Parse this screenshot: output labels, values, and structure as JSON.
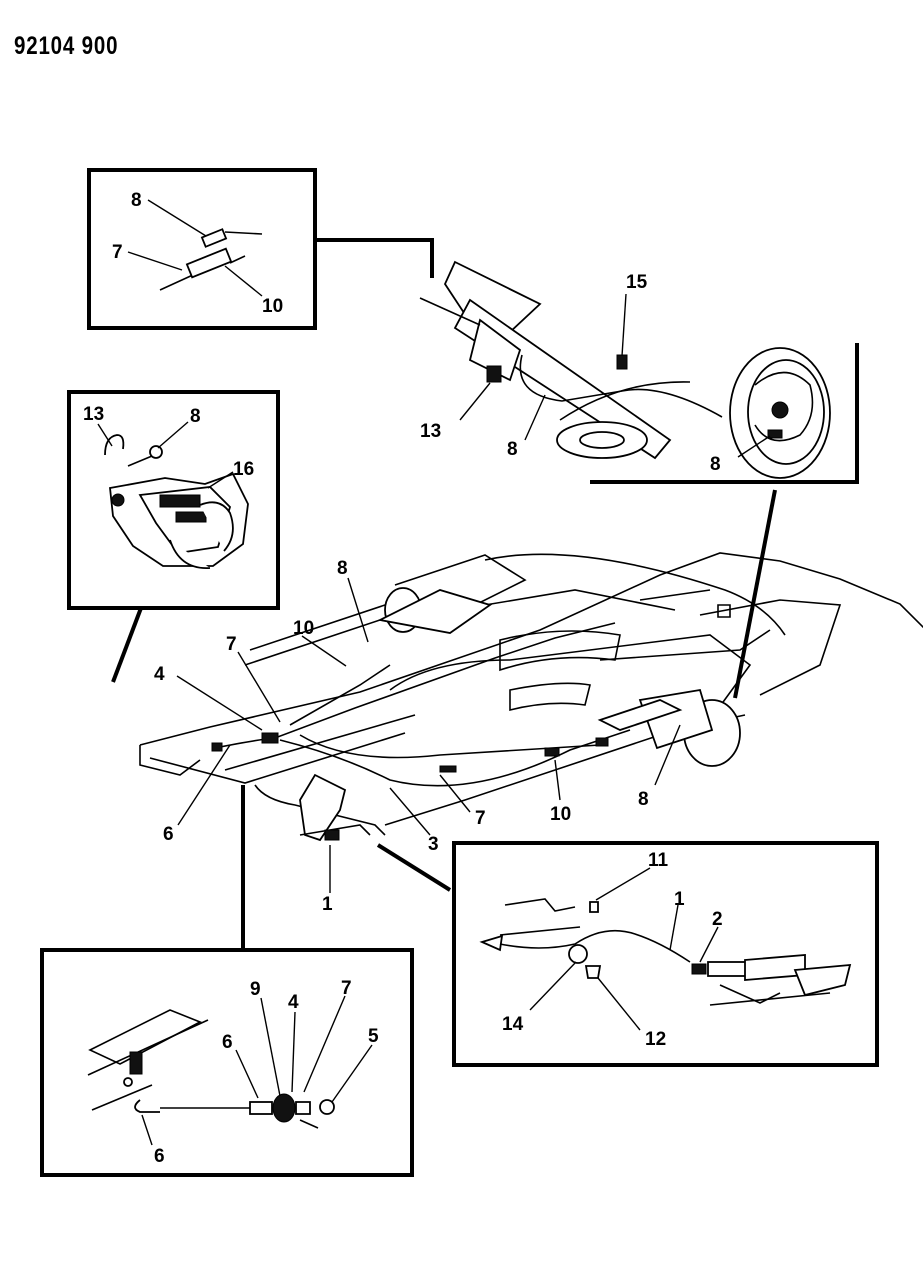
{
  "document_number": "92104 900",
  "callouts": {
    "box_top_left": [
      "8",
      "7",
      "10"
    ],
    "box_caliper": [
      "13",
      "8",
      "16"
    ],
    "rear_drum_detail": [
      "15",
      "13",
      "8",
      "8"
    ],
    "main_chassis": [
      "8",
      "10",
      "7",
      "4",
      "6",
      "7",
      "3",
      "10",
      "8",
      "1"
    ],
    "box_lever": [
      "11",
      "1",
      "2",
      "14",
      "12"
    ],
    "box_equalizer": [
      "9",
      "4",
      "7",
      "6",
      "5",
      "6"
    ]
  }
}
